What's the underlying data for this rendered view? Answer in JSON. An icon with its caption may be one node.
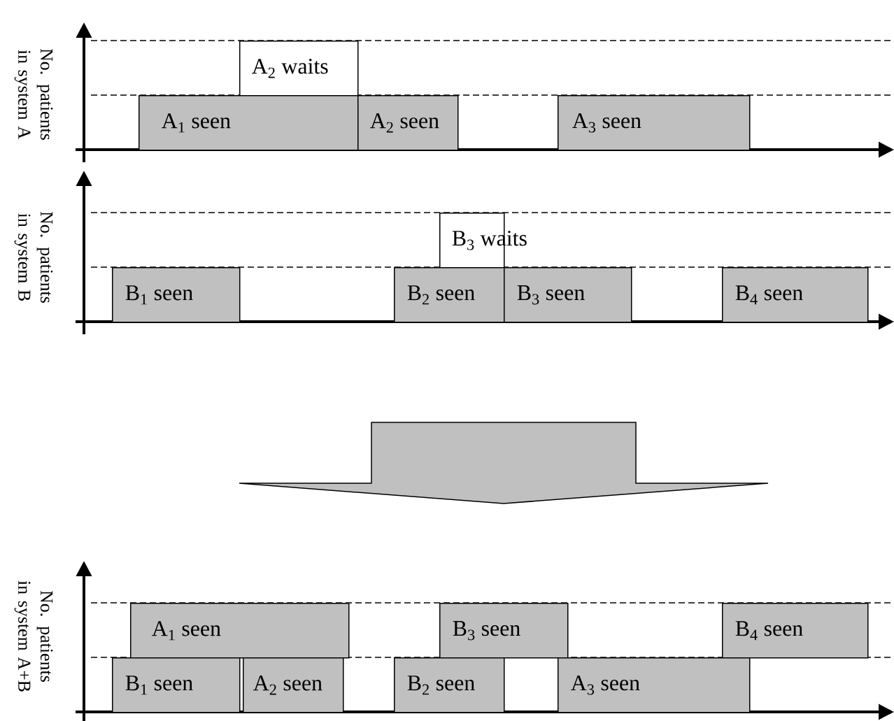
{
  "diagram": {
    "nodes": [
      {
        "text": [
          "A$_{2}$ waits"
        ]
      },
      {
        "text": [
          "A$_{1}$ seen"
        ]
      },
      {
        "text": [
          "A$_{2}$ seen"
        ]
      },
      {
        "text": [
          "A$_{3}$ seen"
        ]
      },
      {
        "text": [
          "B$_{3}$ waits"
        ]
      },
      {
        "text": [
          "B$_{1}$ seen"
        ]
      },
      {
        "text": [
          "B$_{2}$ seen"
        ]
      },
      {
        "text": [
          "B$_{3}$ seen"
        ]
      },
      {
        "text": [
          "B$_{4}$ seen"
        ]
      },
      {
        "text": [
          "A$_{1}$ seen"
        ]
      },
      {
        "text": [
          "B$_{3}$ seen"
        ]
      },
      {
        "text": [
          "B$_{4}$ seen"
        ]
      },
      {
        "text": [
          "B$_{1}$ seen"
        ]
      },
      {
        "text": [
          "A$_{2}$ seen"
        ]
      },
      {
        "text": [
          "B$_{2}$ seen"
        ]
      },
      {
        "text": [
          "A$_{3}$ seen"
        ]
      }
    ],
    "labels": [
      "No. patients in system A",
      "No. patients in system B",
      "No. patients in system A+B"
    ]
  }
}
